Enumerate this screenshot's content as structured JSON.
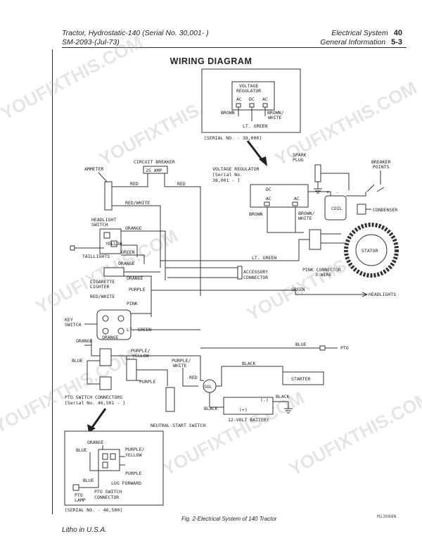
{
  "header": {
    "left_line1": "Tractor, Hydrostatic-140 (Serial No. 30,001-          )",
    "left_line2": "SM-2093-(Jul-73)",
    "right_line1": "Electrical System",
    "right_page1": "40",
    "right_line2": "General Information",
    "right_page2": "5-3"
  },
  "title": "WIRING DIAGRAM",
  "inset_top": {
    "label_regulator": "VOLTAGE REGULATOR",
    "term_ac1": "AC",
    "term_dc": "DC",
    "term_ac2": "AC",
    "label_brown": "BROWN",
    "label_brown_white": "BROWN/ WHITE",
    "label_lt_green": "LT. GREEN",
    "serial_note": "[SERIAL NO.      - 38,000]"
  },
  "components": {
    "ammeter": "AMMETER",
    "circuit_breaker": "CIRCUIT BREAKER",
    "breaker_amp": "25 AMP",
    "voltage_regulator": "VOLTAGE REGULATOR",
    "vr_serial": "[Serial No. 38,001 -          ]",
    "spark_plug": "SPARK PLUG",
    "breaker_points": "BREAKER POINTS",
    "coil": "COIL",
    "condenser": "CONDENSER",
    "headlight_switch": "HEADLIGHT SWITCH",
    "taillights": "TAILLIGHTS",
    "cigarette_lighter": "CIGARETTE LIGHTER",
    "accessory_connector": "ACCESSORY CONNECTOR",
    "stator": "STATOR",
    "pink_connector": "PINK CONNECTOR 3-WIRE",
    "headlights": "HEADLIGHTS",
    "key_switch": "KEY SWITCH",
    "pto": "PTO",
    "starter": "STARTER",
    "sol": "SOL",
    "battery": "12-VOLT BATTERY",
    "neutral_start_switch": "NEUTRAL-START SWITCH",
    "pto_switch_connectors": "PTO SWITCH CONNECTORS",
    "pto_serial": "[Serial No. 46,501 -          ]",
    "dc": "DC",
    "ac": "AC"
  },
  "wires": {
    "red": "RED",
    "red_white": "RED/WHITE",
    "orange": "ORANGE",
    "yellow": "YELLOW",
    "green": "GREEN",
    "purple": "PURPLE",
    "pink": "PINK",
    "lt_green": "LT. GREEN",
    "brown": "BROWN",
    "brown_white": "BROWN/ WHITE",
    "blue": "BLUE",
    "purple_yellow": "PURPLE/ YELLOW",
    "purple_white": "PURPLE/ WHITE",
    "black": "BLACK"
  },
  "inset_bottom": {
    "orange": "ORANGE",
    "blue": "BLUE",
    "purple_yellow": "PURPLE/ YELLOW",
    "purple": "PURPLE",
    "blue2": "BLUE",
    "lug_forward": "LUG FORWARD",
    "pto_lamp": "PTO LAMP",
    "pto_switch_connector": "PTO SWITCH CONNECTOR",
    "serial_note": "[SERIAL NO.       - 46,500]"
  },
  "caption": "Fig. 2-Electrical System of 140 Tractor",
  "figure_code": "M13088N",
  "footer": "Litho in U.S.A.",
  "watermark": "YOUFIXTHIS.COM"
}
